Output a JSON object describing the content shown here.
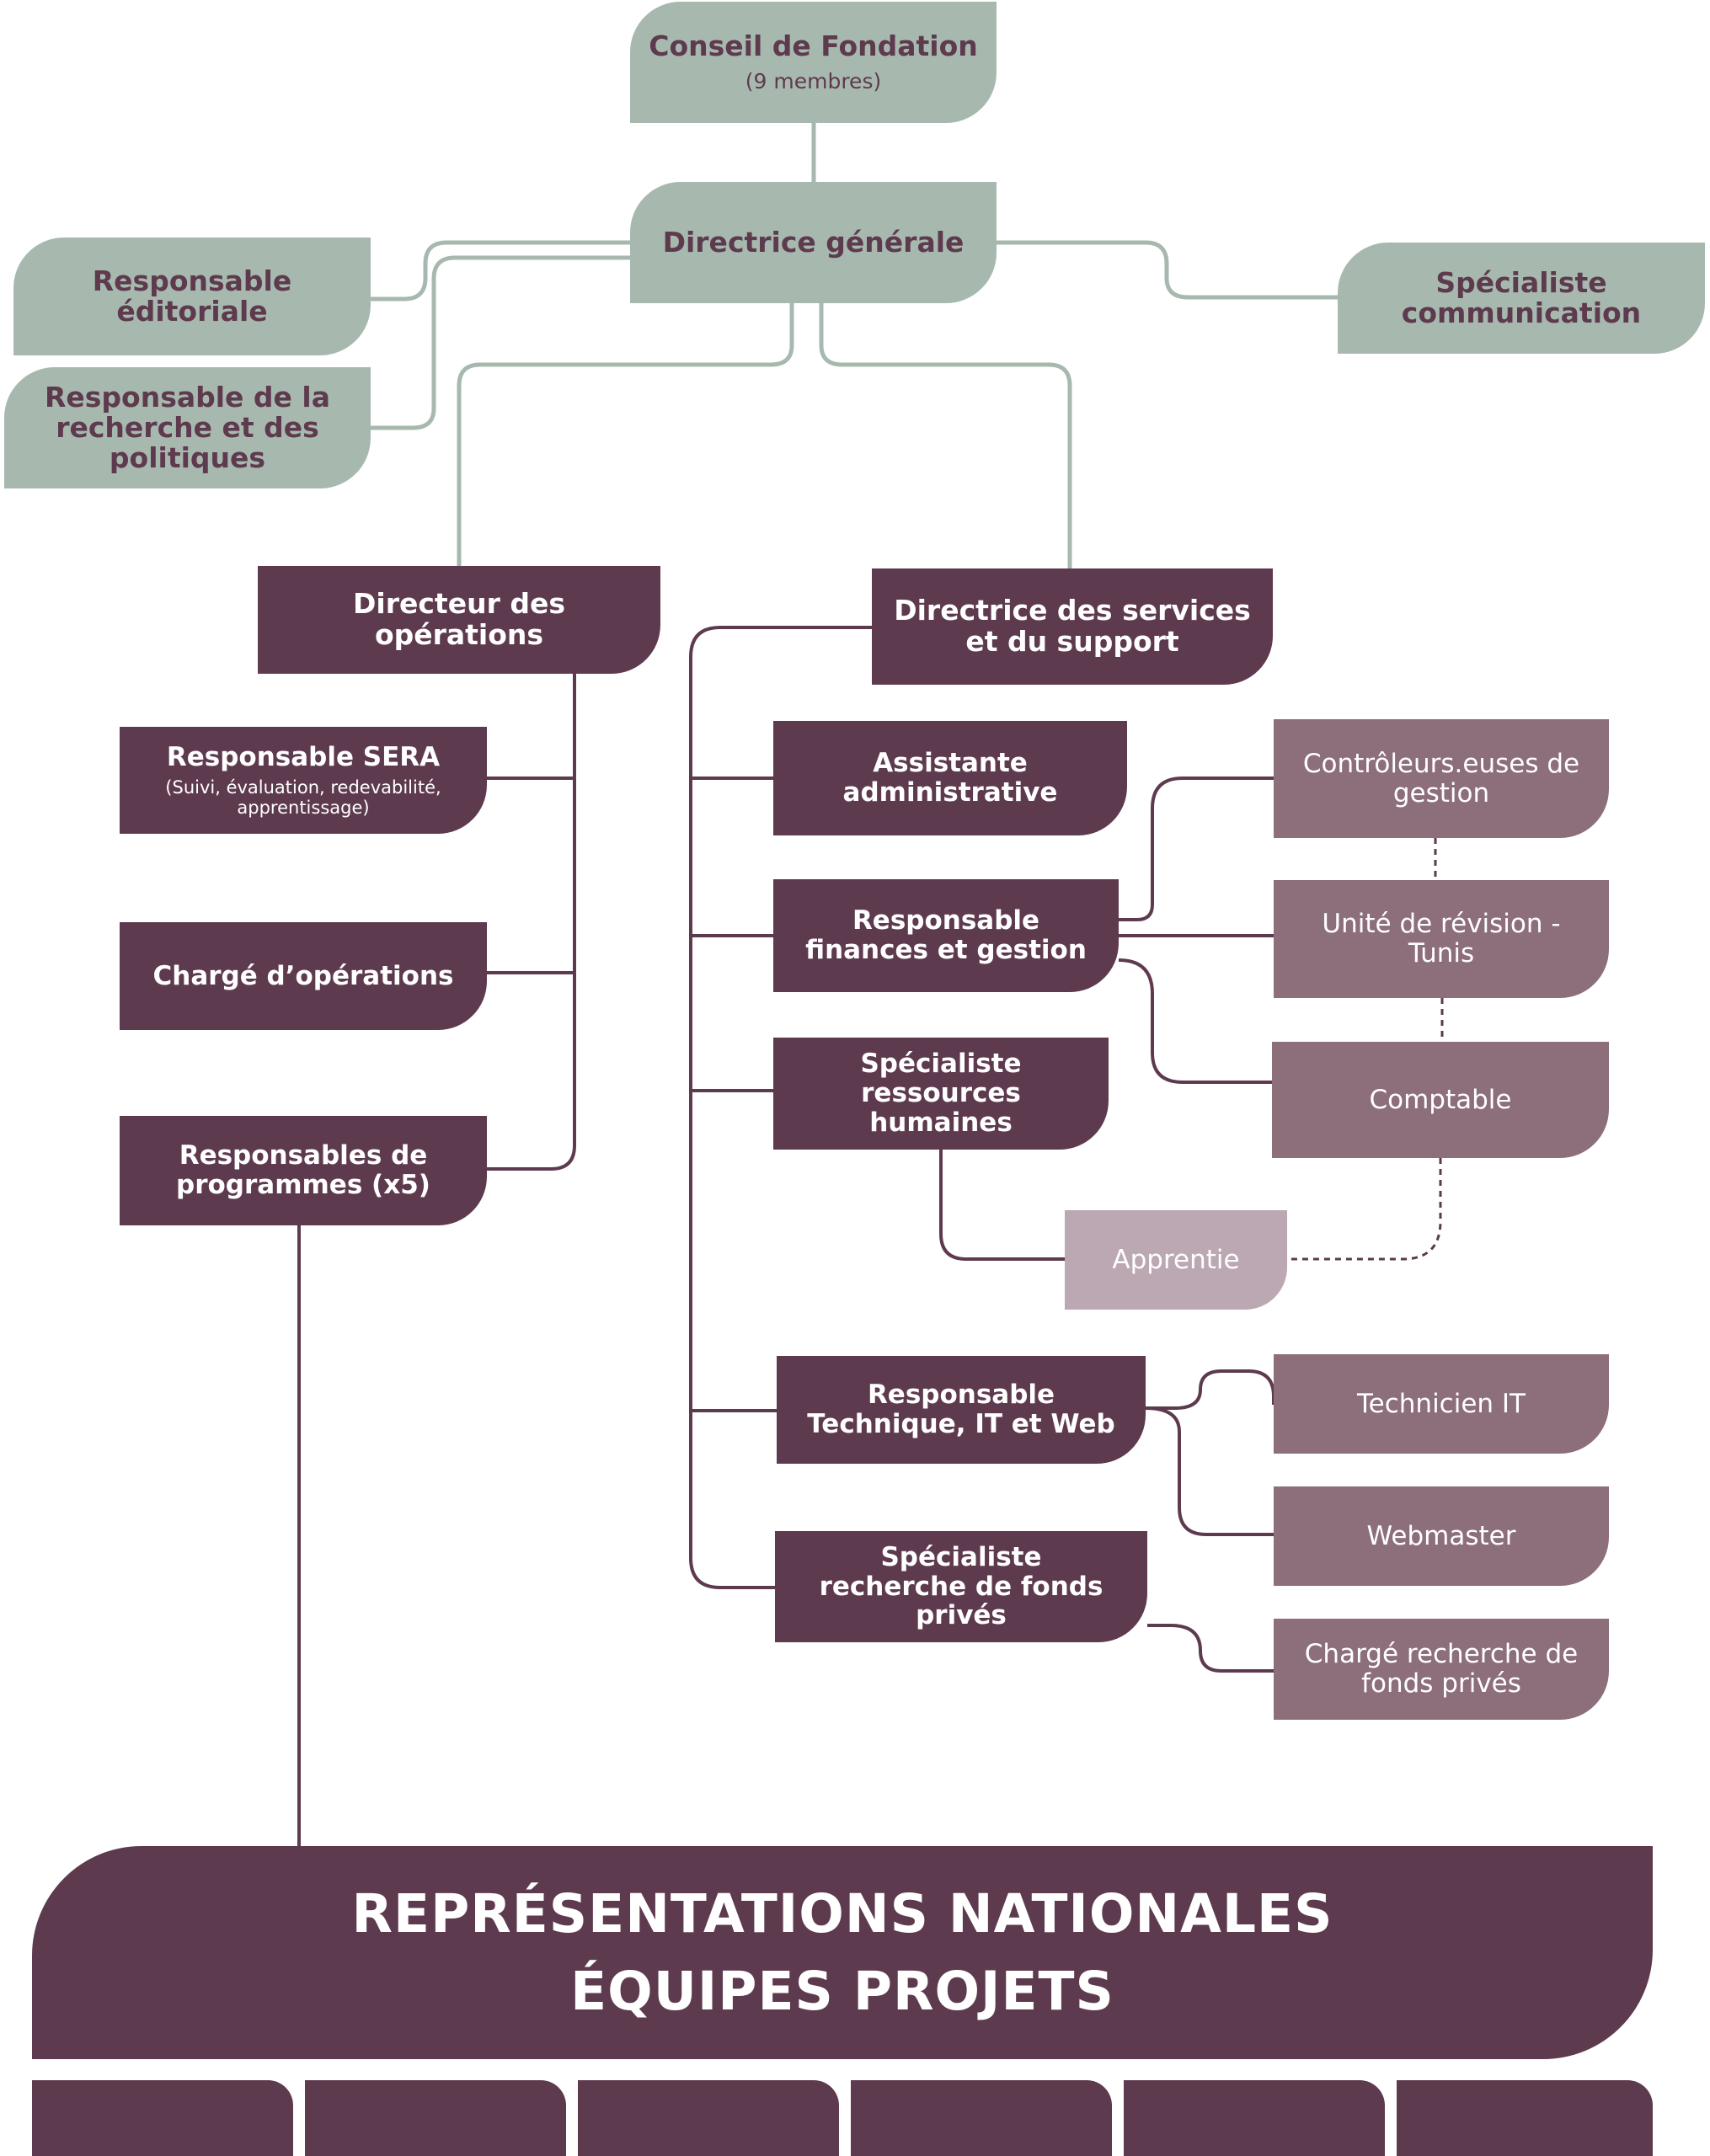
{
  "nodes": {
    "conseil": {
      "title": "Conseil de Fondation",
      "subtitle": "(9 membres)"
    },
    "directrice_generale": {
      "title": "Directrice générale"
    },
    "resp_editoriale": {
      "line1": "Responsable",
      "line2": "éditoriale"
    },
    "resp_recherche": {
      "line1": "Responsable de la",
      "line2": "recherche et des",
      "line3": "politiques"
    },
    "specialiste_communication": {
      "line1": "Spécialiste",
      "line2": "communication"
    },
    "directeur_operations": {
      "title": "Directeur des opérations"
    },
    "directrice_services": {
      "line1": "Directrice des services",
      "line2": "et du support"
    },
    "resp_sera": {
      "title": "Responsable SERA",
      "sub1": "(Suivi, évaluation, redevabilité,",
      "sub2": "apprentissage)"
    },
    "charge_operations": {
      "title": "Chargé d’opérations"
    },
    "resp_programmes": {
      "line1": "Responsables de",
      "line2": "programmes (x5)"
    },
    "assistante_admin": {
      "line1": "Assistante",
      "line2": "administrative"
    },
    "resp_finances": {
      "line1": "Responsable",
      "line2": "finances et gestion"
    },
    "specialiste_rh": {
      "line1": "Spécialiste ressources",
      "line2": "humaines"
    },
    "resp_technique": {
      "line1": "Responsable",
      "line2": "Technique, IT et Web"
    },
    "specialiste_fonds": {
      "line1": "Spécialiste",
      "line2": "recherche de fonds",
      "line3": "privés"
    },
    "controleurs": {
      "line1": "Contrôleurs.euses de",
      "line2": "gestion"
    },
    "unite_revision": {
      "line1": "Unité de révision -",
      "line2": "Tunis"
    },
    "comptable": {
      "title": "Comptable"
    },
    "apprentie": {
      "title": "Apprentie"
    },
    "technicien_it": {
      "title": "Technicien IT"
    },
    "webmaster": {
      "title": "Webmaster"
    },
    "charge_fonds": {
      "line1": "Chargé recherche de",
      "line2": "fonds privés"
    },
    "representations": {
      "line1": "REPRÉSENTATIONS NATIONALES",
      "line2": "ÉQUIPES PROJETS"
    }
  },
  "colors": {
    "sage": "#a7b9ae",
    "plum": "#5e3a4e",
    "mauve": "#8d6e7b",
    "light_mauve": "#bba8b2",
    "sage_line": "#a7b9ae",
    "plum_line": "#5e3a4e"
  }
}
